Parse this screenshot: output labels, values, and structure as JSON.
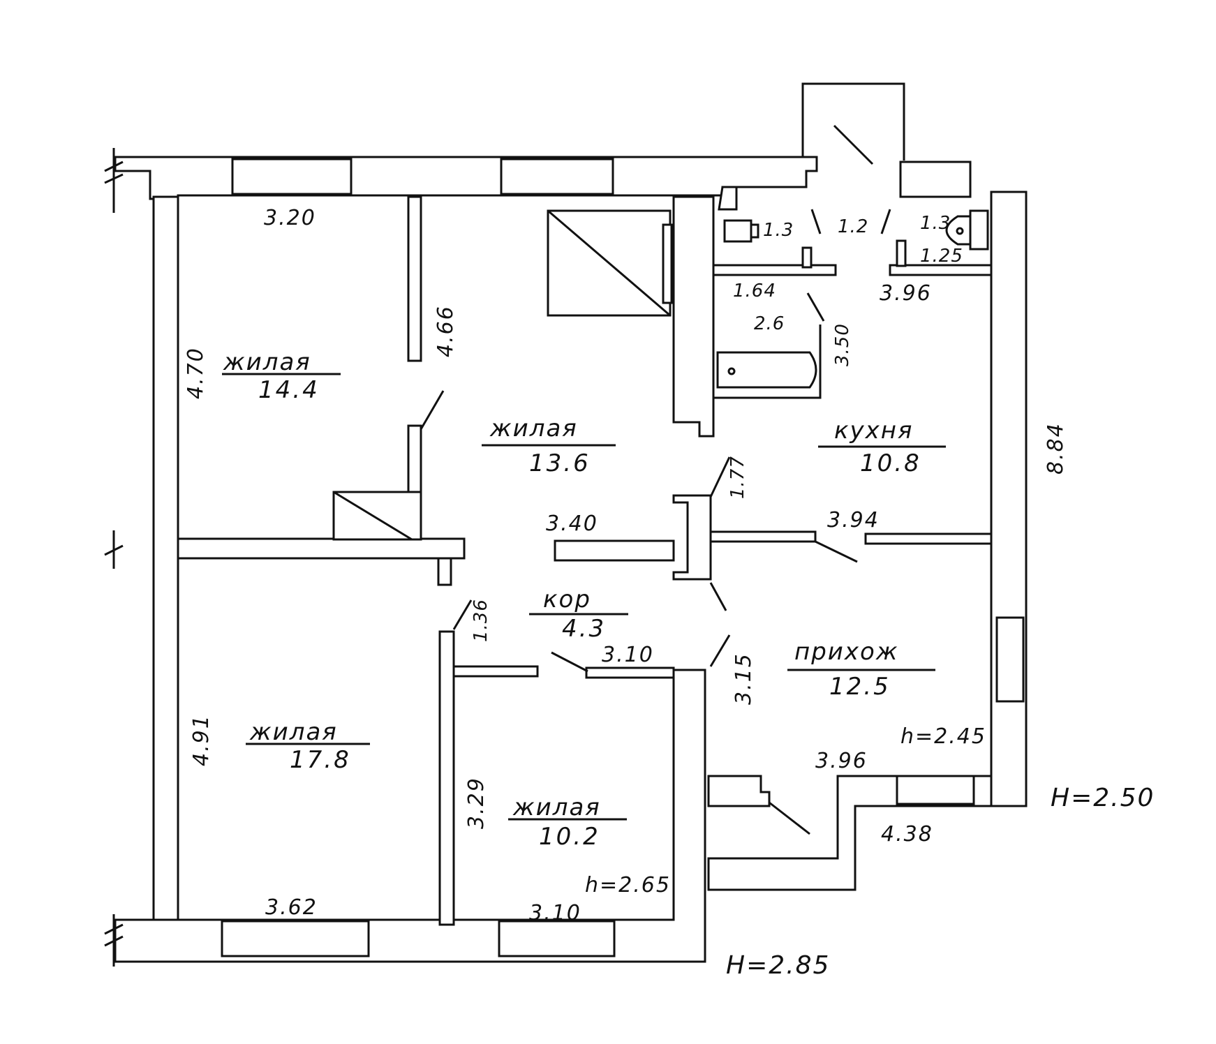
{
  "rooms": {
    "living_1": {
      "name": "жилая",
      "area": "14.4"
    },
    "living_2": {
      "name": "жилая",
      "area": "13.6"
    },
    "living_3": {
      "name": "жилая",
      "area": "17.8"
    },
    "living_4": {
      "name": "жилая",
      "area": "10.2"
    },
    "kitchen": {
      "name": "кухня",
      "area": "10.8"
    },
    "corridor": {
      "name": "кор",
      "area": "4.3"
    },
    "hall": {
      "name": "прихож",
      "area": "12.5"
    },
    "bath": {
      "area": "2.6"
    }
  },
  "dimensions": {
    "d_320": "3.20",
    "d_470": "4.70",
    "d_466": "4.66",
    "d_340": "3.40",
    "d_177": "1.77",
    "d_136": "1.36",
    "d_310_top": "3.10",
    "d_310_bottom": "3.10",
    "d_491": "4.91",
    "d_329": "3.29",
    "d_362": "3.62",
    "d_315": "3.15",
    "d_394": "3.94",
    "d_396_kitchen": "3.96",
    "d_396_hall": "3.96",
    "d_884": "8.84",
    "d_438": "4.38",
    "d_13_a": "1.3",
    "d_12": "1.2",
    "d_13_b": "1.3",
    "d_125": "1.25",
    "d_164": "1.64",
    "d_350": "3.50"
  },
  "heights": {
    "h_265": "h=2.65",
    "h_245": "h=2.45",
    "H_285": "H=2.85",
    "H_250": "H=2.50"
  }
}
